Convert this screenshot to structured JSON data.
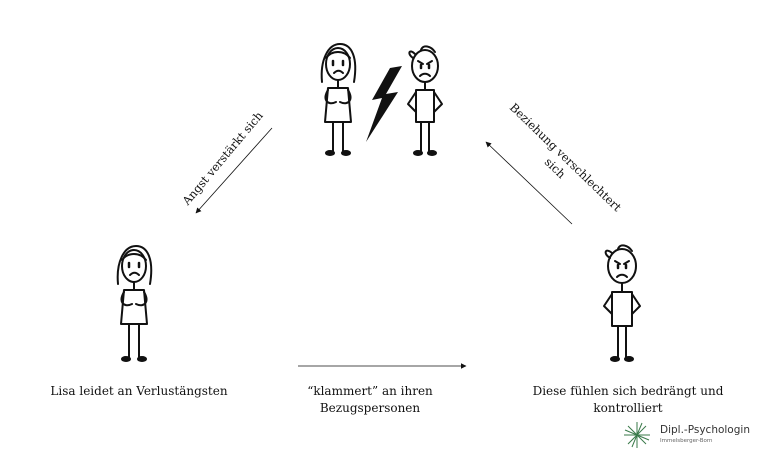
{
  "nodes": {
    "lisa": {
      "caption": "Lisa  leidet an Verlustängsten"
    },
    "klammert": {
      "caption_line1": "“klammert” an ihren",
      "caption_line2": "Bezugspersonen"
    },
    "others": {
      "caption_line1": "Diese fühlen sich bedrängt und",
      "caption_line2": "kontrolliert"
    }
  },
  "edges": {
    "angst": {
      "label": "Angst verstärkt sich"
    },
    "beziehung": {
      "label_line1": "Beziehung verschlechtert",
      "label_line2": "sich"
    }
  },
  "brand": {
    "name": "Dipl.-Psychologin",
    "subtitle": "Immelsberger-Born",
    "accent": "#3a7a4a"
  }
}
